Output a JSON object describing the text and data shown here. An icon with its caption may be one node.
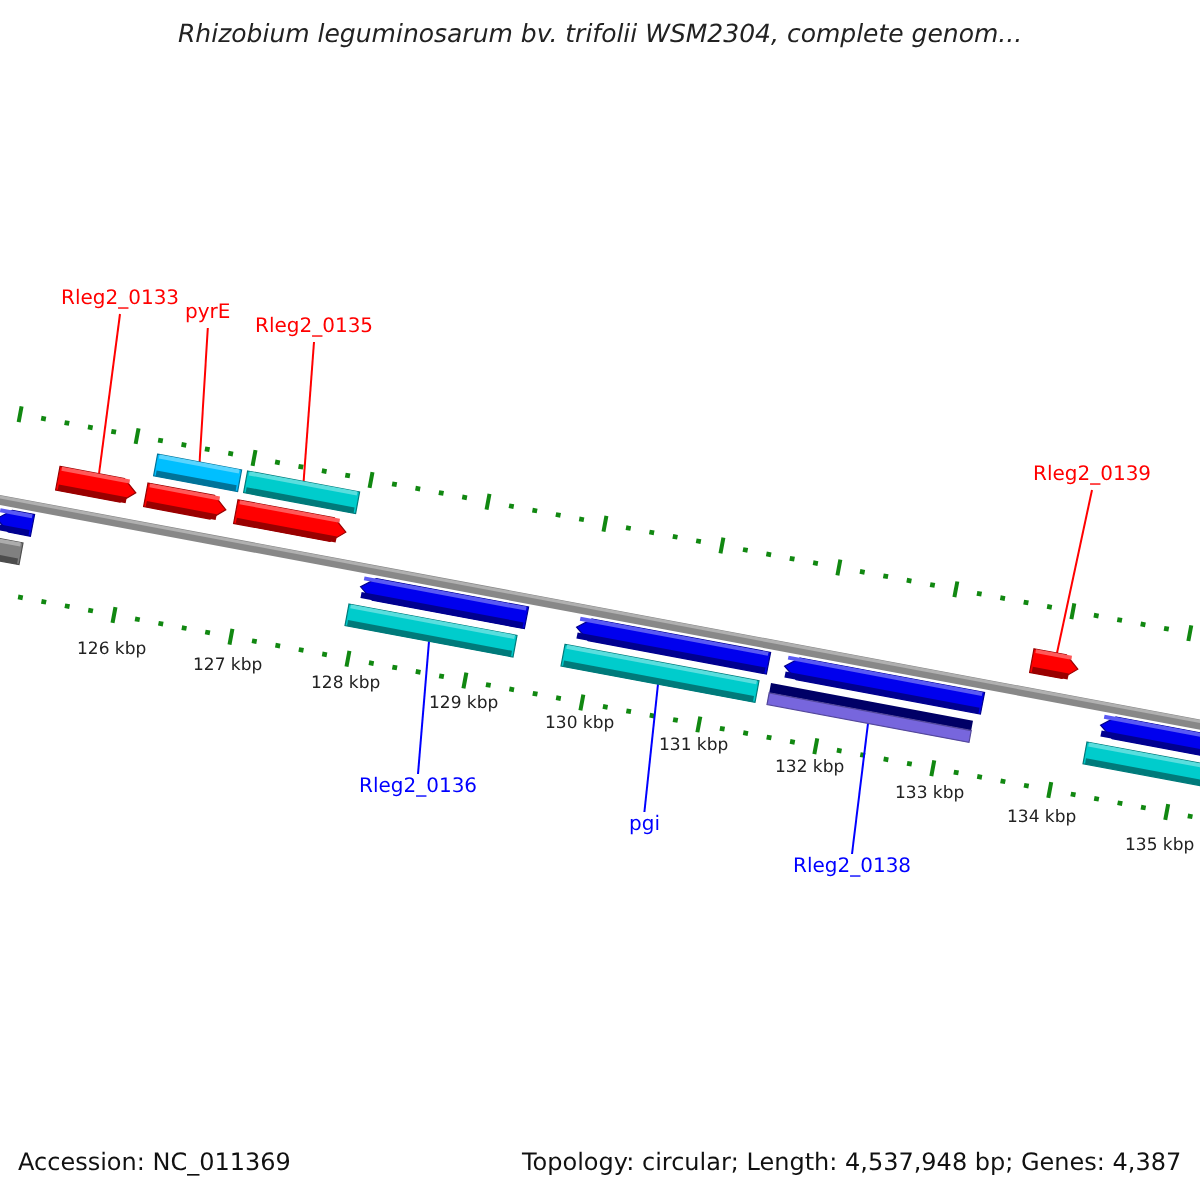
{
  "diagram": {
    "title": "Rhizobium leguminosarum bv. trifolii WSM2304, complete genom...",
    "nodes": [
      {
        "text": [
          "Rleg2_0133"
        ]
      },
      {
        "text": [
          "pyrE"
        ]
      },
      {
        "text": [
          "Rleg2_0135"
        ]
      },
      {
        "text": [
          "Rleg2_0139"
        ]
      },
      {
        "text": [],
        "shape": "arrow"
      },
      {
        "text": [],
        "shape": "box"
      },
      {
        "text": [],
        "shape": "arrow"
      },
      {
        "text": [],
        "shape": "box"
      },
      {
        "text": [],
        "shape": "arrow"
      },
      {
        "text": [],
        "shape": "box"
      },
      {
        "text": [],
        "shape": "arrow"
      },
      {
        "text": [],
        "shape": "arrow"
      },
      {
        "text": [],
        "shape": "box"
      },
      {
        "text": [],
        "shape": "arrow"
      },
      {
        "text": [],
        "shape": "box"
      },
      {
        "text": [],
        "shape": "arrow"
      },
      {
        "text": [],
        "shape": "box"
      },
      {
        "text": [],
        "shape": "arrow"
      },
      {
        "text": [],
        "shape": "arrow"
      },
      {
        "text": [],
        "shape": "box"
      },
      {
        "text": [
          "Rleg2_0136"
        ]
      },
      {
        "text": [
          "pgi"
        ]
      },
      {
        "text": [
          "Rleg2_0138"
        ]
      }
    ],
    "edges": [
      {
        "from": 0,
        "to": 6,
        "arrow": "none"
      },
      {
        "from": 1,
        "to": 7,
        "arrow": "none"
      },
      {
        "from": 2,
        "to": 9,
        "arrow": "none"
      },
      {
        "from": 3,
        "to": 17,
        "arrow": "none"
      },
      {
        "from": 20,
        "to": 12,
        "arrow": "none",
        "color": "#0000ff"
      },
      {
        "from": 21,
        "to": 14,
        "arrow": "none",
        "color": "#0000ff"
      },
      {
        "from": 22,
        "to": 16,
        "arrow": "none",
        "color": "#0000ff"
      }
    ],
    "labels": [
      "126 kbp",
      "127 kbp",
      "128 kbp",
      "129 kbp",
      "130 kbp",
      "131 kbp",
      "132 kbp",
      "133 kbp",
      "134 kbp",
      "135 kbp",
      "Accession: NC_011369",
      "Topology: circular; Length: 4,537,948 bp; Genes: 4,387"
    ]
  }
}
